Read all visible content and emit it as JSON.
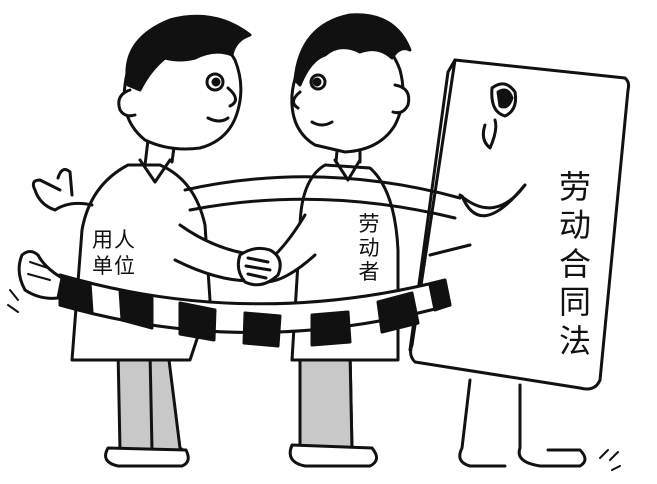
{
  "labels": {
    "employer_line1": "用人",
    "employer_line2": "单位",
    "worker": "劳动者",
    "law": "劳动合同法"
  },
  "colors": {
    "ink": "#111111",
    "paper": "#ffffff",
    "pants": "#c8c8c8"
  }
}
